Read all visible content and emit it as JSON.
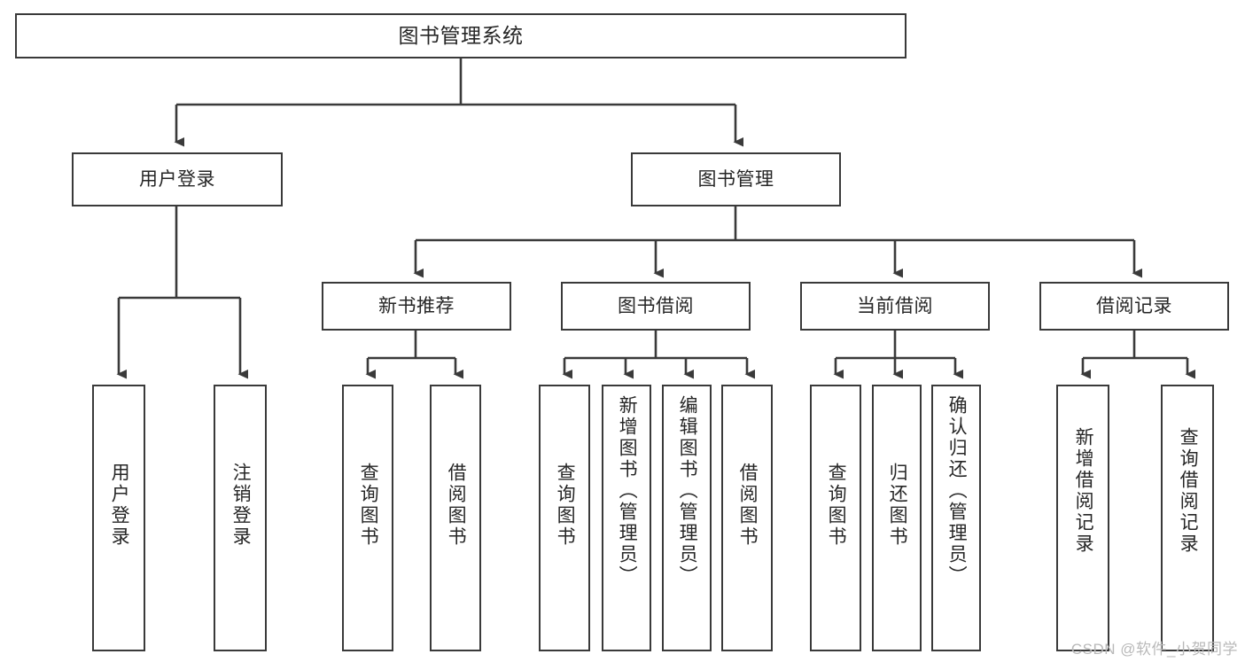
{
  "diagram": {
    "type": "tree-hierarchy-flowchart",
    "title": "图书管理系统",
    "colors": {
      "stroke": "#3a3a3a",
      "text": "#262626",
      "background": "#ffffff",
      "watermark": "#b9b9b9"
    },
    "levels": {
      "root": {
        "label": "图书管理系统"
      },
      "level2": [
        {
          "label": "用户登录"
        },
        {
          "label": "图书管理"
        }
      ],
      "level3": [
        {
          "label": "新书推荐"
        },
        {
          "label": "图书借阅"
        },
        {
          "label": "当前借阅"
        },
        {
          "label": "借阅记录"
        }
      ],
      "leaves": [
        {
          "label": "用户登录",
          "parent": "用户登录"
        },
        {
          "label": "注销登录",
          "parent": "用户登录"
        },
        {
          "label": "查询图书",
          "parent": "新书推荐"
        },
        {
          "label": "借阅图书",
          "parent": "新书推荐"
        },
        {
          "label": "查询图书",
          "parent": "图书借阅"
        },
        {
          "label": "新增图书（管理员）",
          "parent": "图书借阅"
        },
        {
          "label": "编辑图书（管理员）",
          "parent": "图书借阅"
        },
        {
          "label": "借阅图书",
          "parent": "图书借阅"
        },
        {
          "label": "查询图书",
          "parent": "当前借阅"
        },
        {
          "label": "归还图书",
          "parent": "当前借阅"
        },
        {
          "label": "确认归还（管理员）",
          "parent": "当前借阅"
        },
        {
          "label": "新增借阅记录",
          "parent": "借阅记录"
        },
        {
          "label": "查询借阅记录",
          "parent": "借阅记录"
        }
      ]
    }
  },
  "watermark": {
    "text": "CSDN @软件_小贺同学"
  }
}
